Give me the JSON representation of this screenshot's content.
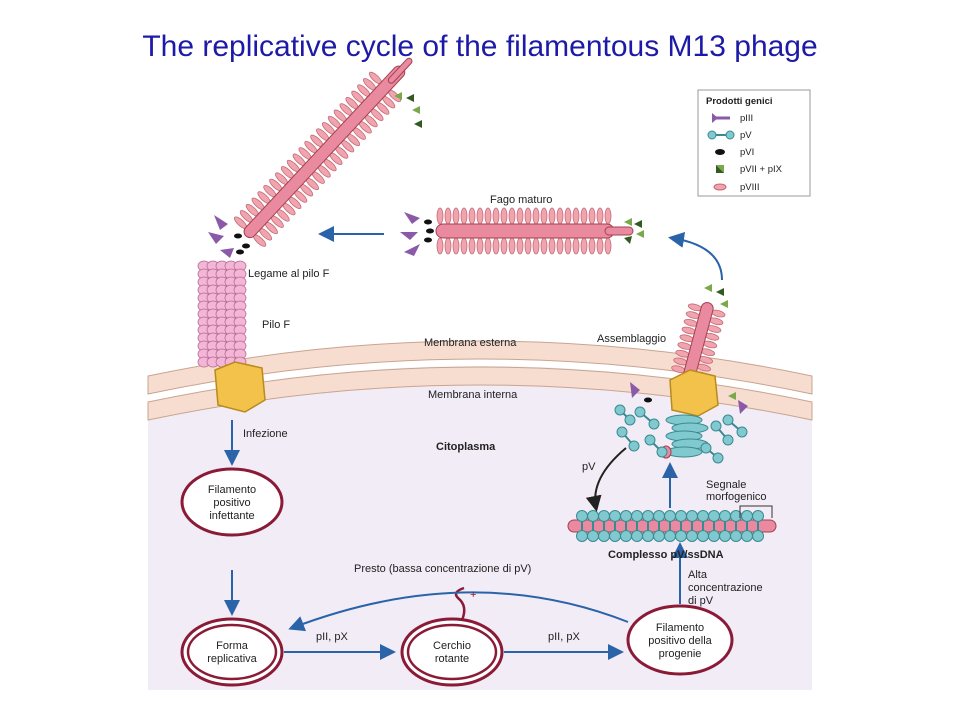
{
  "title": "The replicative cycle of the filamentous M13 phage",
  "colors": {
    "title": "#1c1aa6",
    "arrow": "#2a63a8",
    "circle": "#8a1a35",
    "phage_core": "#e98aa0",
    "pvIII": "#f2a4ae",
    "pV": "#7fc9cf",
    "pIII": "#8a5aa8",
    "pVI": "#111111",
    "pVII_pIX": "#7aa84a",
    "pilus": "#f3b6d6",
    "pore": "#f3c24a",
    "membrane": "#f6ddd0",
    "cytoplasm": "#f1ecf6"
  },
  "legend": {
    "title": "Prodotti genici",
    "items": [
      {
        "icon": "pIII-icon",
        "label": "pIII"
      },
      {
        "icon": "pV-icon",
        "label": "pV"
      },
      {
        "icon": "pVI-icon",
        "label": "pVI"
      },
      {
        "icon": "pVII-pIX-icon",
        "label": "pVII + pIX"
      },
      {
        "icon": "pVIII-icon",
        "label": "pVIII"
      }
    ]
  },
  "labels": {
    "fago_maturo": "Fago maturo",
    "legame": "Legame al pilo F",
    "pilo": "Pilo F",
    "membrana_esterna": "Membrana esterna",
    "membrana_interna": "Membrana interna",
    "assemblaggio": "Assemblaggio",
    "infezione": "Infezione",
    "citoplasma": "Citoplasma",
    "pv": "pV",
    "segnale_1": "Segnale",
    "segnale_2": "morfogenico",
    "complesso": "Complesso pV/ssDNA",
    "presto": "Presto (bassa concentrazione di pV)",
    "alta_1": "Alta",
    "alta_2": "concentrazione",
    "alta_3": "di pV",
    "pii_px_1": "pII, pX",
    "pii_px_2": "pII, pX",
    "plus": "+"
  },
  "nodes": {
    "filamento_1": "Filamento",
    "filamento_2": "positivo",
    "filamento_3": "infettante",
    "forma_1": "Forma",
    "forma_2": "replicativa",
    "cerchio_1": "Cerchio",
    "cerchio_2": "rotante",
    "progenie_1": "Filamento",
    "progenie_2": "positivo della",
    "progenie_3": "progenie"
  }
}
